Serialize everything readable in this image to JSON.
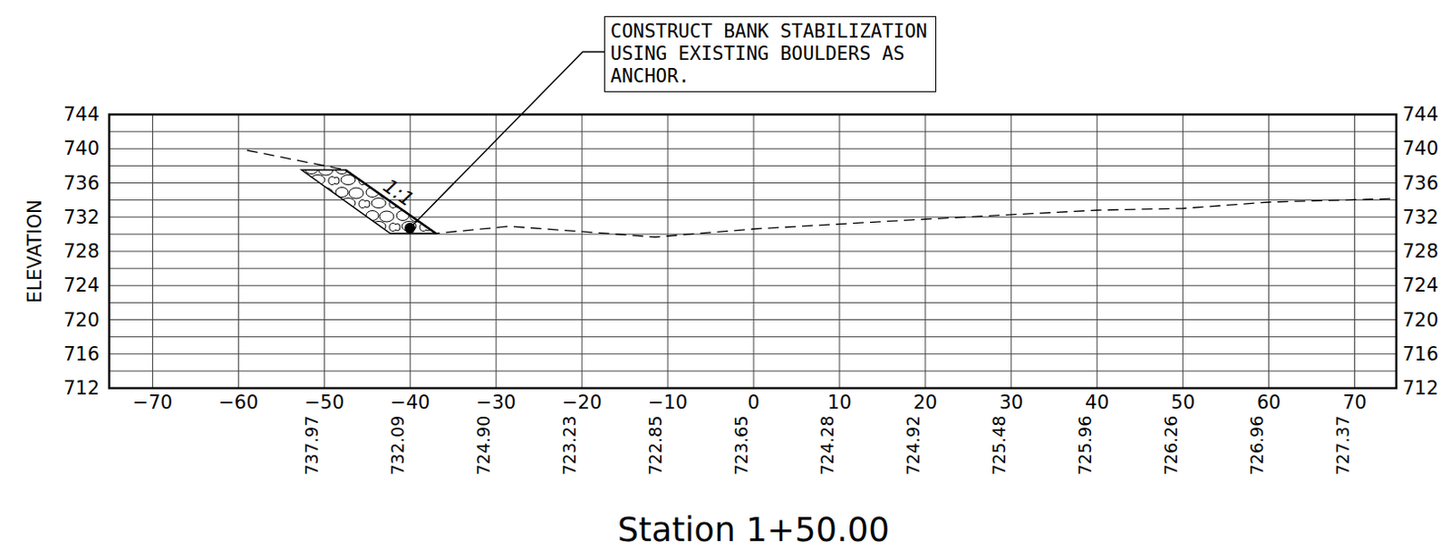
{
  "diagram": {
    "caption": "Station 1+50.00",
    "nodes": [
      {
        "text": [
          "CONSTRUCT BANK STABILIZATION USING EXISTING BOULDERS AS ANCHOR."
        ]
      }
    ],
    "labels": [
      "744",
      "740",
      "736",
      "732",
      "728",
      "724",
      "720",
      "716",
      "712",
      "744",
      "740",
      "736",
      "732",
      "728",
      "724",
      "720",
      "716",
      "712",
      "−70",
      "−60",
      "−50",
      "−40",
      "−30",
      "−20",
      "−10",
      "0",
      "10",
      "20",
      "30",
      "40",
      "50",
      "60",
      "70",
      "737.97",
      "732.09",
      "724.90",
      "723.23",
      "722.85",
      "723.65",
      "724.28",
      "724.92",
      "725.48",
      "725.96",
      "726.26",
      "726.96",
      "727.37",
      "ELEVATION",
      "1:1"
    ]
  }
}
